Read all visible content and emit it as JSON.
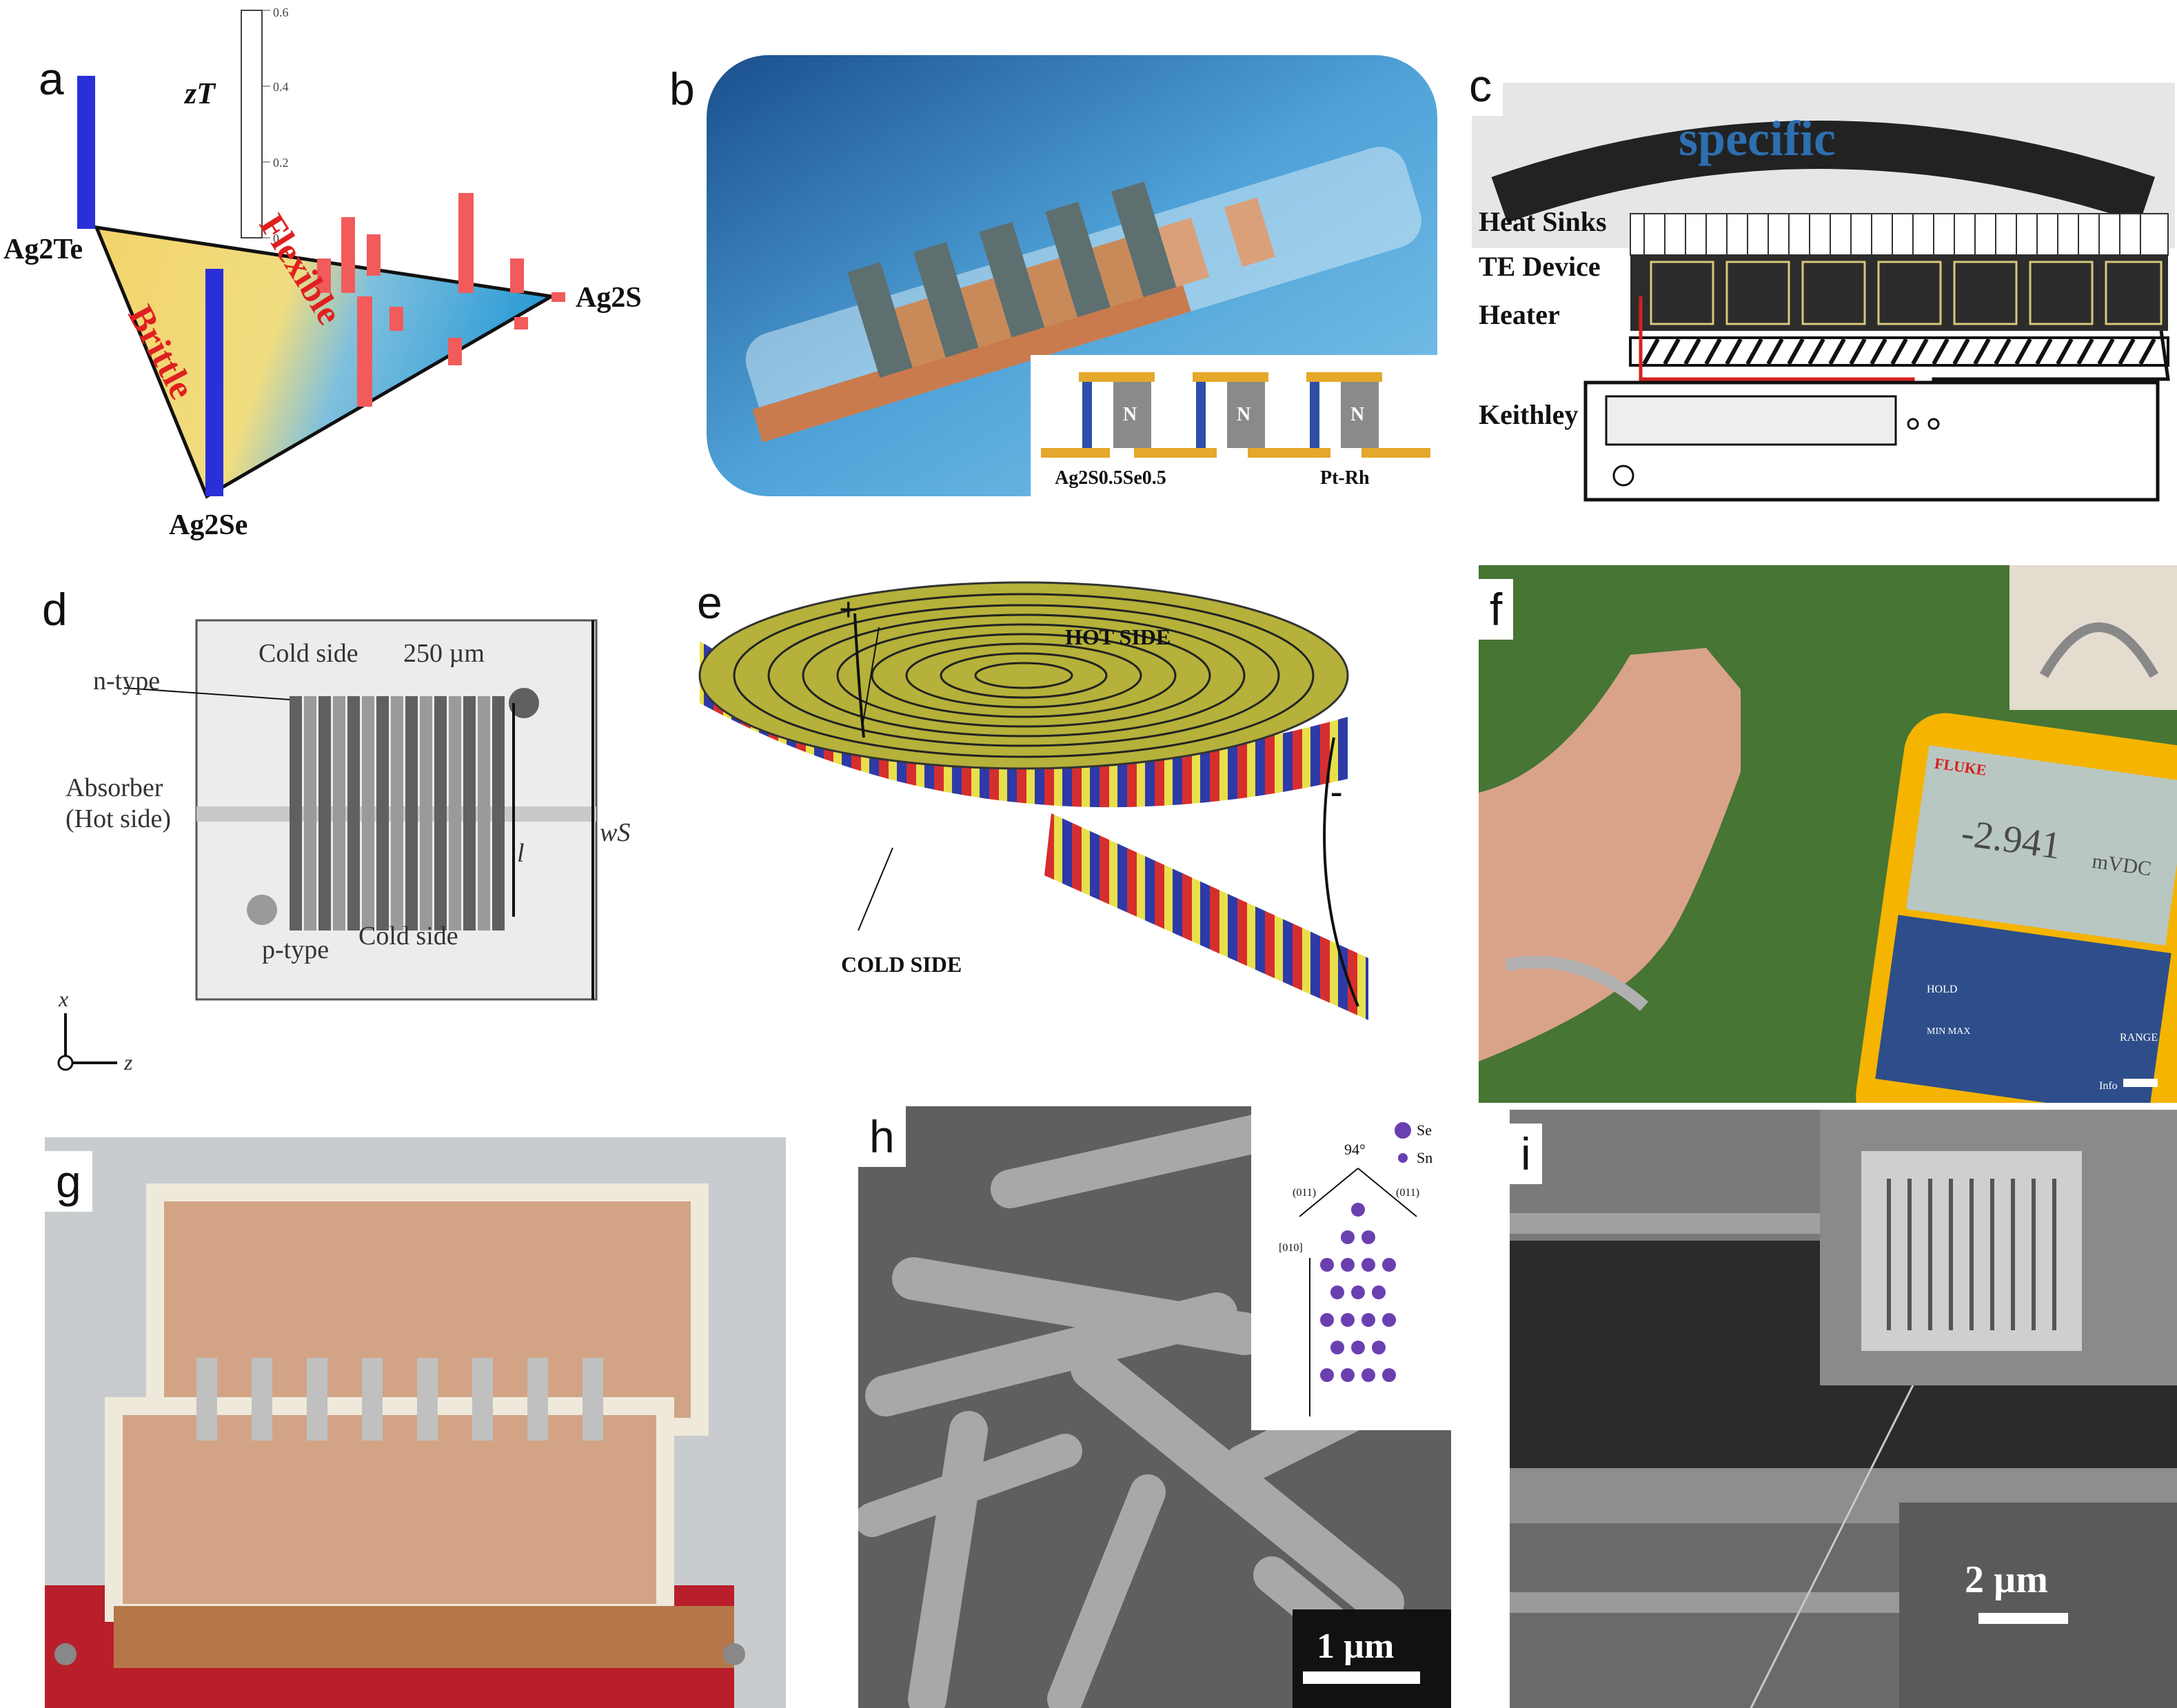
{
  "figure": {
    "panel_letters": [
      "a",
      "b",
      "c",
      "d",
      "e",
      "f",
      "g",
      "h",
      "i"
    ],
    "panel_a": {
      "axis_label": "zT",
      "ticks": [
        "0.6",
        "0.4",
        "0.2",
        "0"
      ],
      "vertices": {
        "te": "Ag2Te",
        "s": "Ag2S",
        "se": "Ag2Se"
      },
      "region_brittle": "Brittle",
      "region_flexible": "Flexible"
    },
    "panel_b": {
      "n_label": "N",
      "material_label": "Ag2S0.5Se0.5",
      "metal_label": "Pt-Rh"
    },
    "panel_c": {
      "brand_text": "specific",
      "labels": [
        "Heat Sinks",
        "TE Device",
        "Heater",
        "Keithley"
      ]
    },
    "panel_d": {
      "cold_side_top": "Cold side",
      "width_label": "250 µm",
      "ntype": "n-type",
      "absorber_1": "Absorber",
      "absorber_2": "(Hot side)",
      "length_label": "l",
      "cold_side_bottom": "Cold side",
      "ptype": "p-type",
      "ws_label": "wS",
      "x_axis": "x",
      "z_axis": "z"
    },
    "panel_e": {
      "plus": "+",
      "minus": "-",
      "hot_side": "HOT SIDE",
      "cold_side": "COLD SIDE"
    },
    "panel_f": {
      "meter_brand": "FLUKE",
      "meter_reading": "-2.941",
      "meter_unit": "mVDC",
      "buttons": [
        "HOLD",
        "MIN MAX",
        "RANGE",
        "Info"
      ]
    },
    "panel_h": {
      "scale_bar": "1 µm",
      "angle": "94°",
      "legend": [
        "Se",
        "Sn"
      ],
      "planes": [
        "(011)",
        "(011)"
      ],
      "direction": "[010]"
    },
    "panel_i": {
      "scale_bar": "2 µm"
    },
    "colors": {
      "blue_bar": "#2a2fd8",
      "red_bar": "#f25b5b",
      "yellow": "#f2dc70",
      "cyan": "#3aa6d8",
      "label_red": "#e02020",
      "coil_top": "#b5b13a",
      "stripe_red": "#d62e2e",
      "stripe_blue": "#2d3aa8",
      "stripe_yellow": "#e8e04a",
      "meter_yellow": "#f5b400",
      "copper": "#c97b4e",
      "pcb_red": "#b81f2a"
    }
  }
}
